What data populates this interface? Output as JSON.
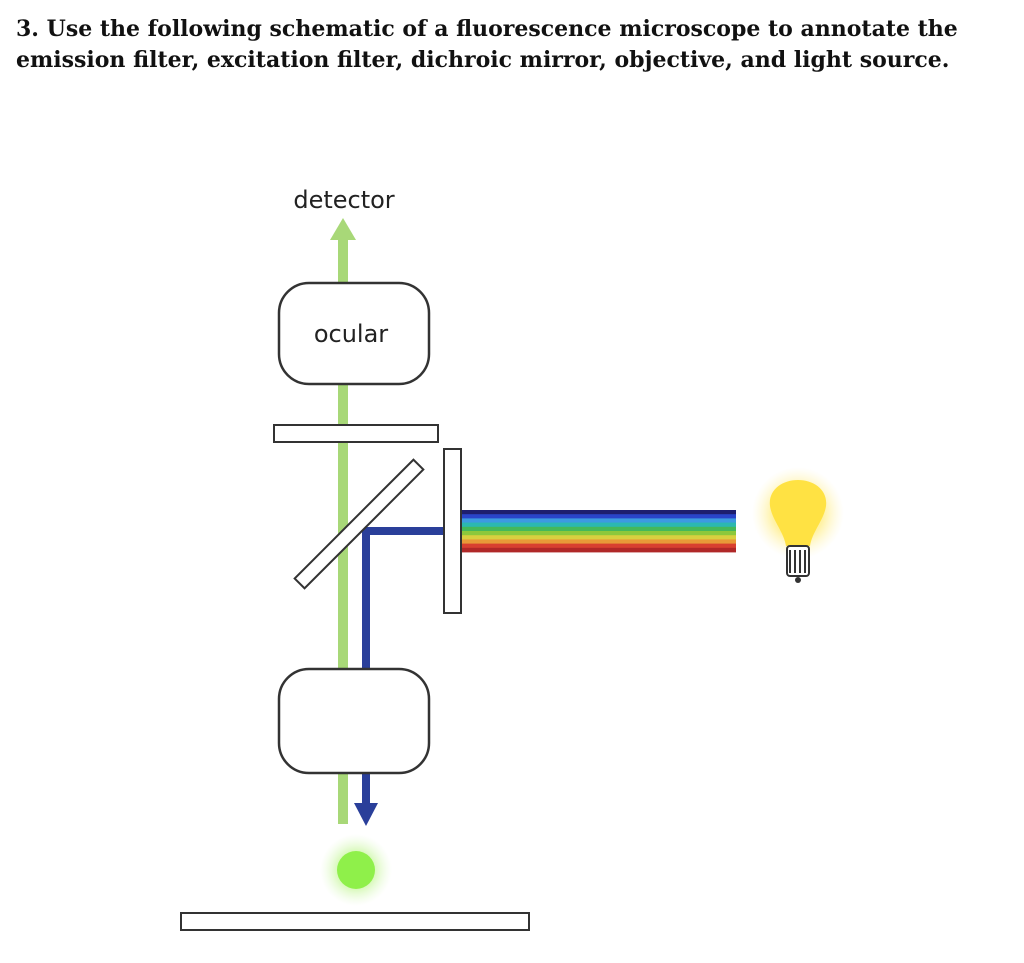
{
  "question": {
    "number": "3.",
    "text": "Use the following schematic of a fluorescence microscope to annotate the emission filter, excitation filter, dichroic mirror, objective, and light source."
  },
  "diagram": {
    "labels": {
      "detector": "detector",
      "ocular": "ocular"
    },
    "colors": {
      "emission_light": "#a8d878",
      "excitation_light": "#2a3f9a",
      "bulb": "#ffe243",
      "bulb_glow": "#fff1a0",
      "specimen": "#8ff04a",
      "specimen_glow": "#cdf7a6",
      "outline": "#333333"
    },
    "spectrum_colors": [
      "#1e1e6e",
      "#2a44c8",
      "#3d9ae0",
      "#2bb8b0",
      "#44b85a",
      "#8cc83c",
      "#d8d040",
      "#e89a38",
      "#d84030",
      "#b02828"
    ],
    "icons": [
      "arrow-up-icon",
      "arrow-down-icon",
      "light-bulb-icon"
    ]
  }
}
